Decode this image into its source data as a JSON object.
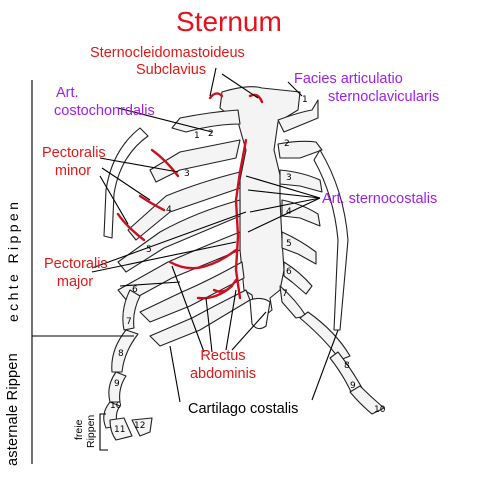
{
  "title": "Sternum",
  "labels": {
    "sternocleidomastoideus": "Sternocleidomastoideus",
    "subclavius": "Subclavius",
    "facies_line1": "Facies articulatio",
    "facies_line2": "sternoclavicularis",
    "art_costo_line1": "Art.",
    "art_costo_line2": "costochonrdalis",
    "pect_minor_line1": "Pectoralis",
    "pect_minor_line2": "minor",
    "art_sternocostalis": "Art. sternocostalis",
    "pect_major_line1": "Pectoralis",
    "pect_major_line2": "major",
    "rectus_line1": "Rectus",
    "rectus_line2": "abdominis",
    "cartilago": "Cartilago costalis"
  },
  "side_labels": {
    "echte_rippen": "echte Rippen",
    "asternale_rippen": "asternale Rippen",
    "freie_rippen_line1": "freie",
    "freie_rippen_line2": "Rippen"
  },
  "rib_numbers": {
    "left": [
      "1",
      "2",
      "3",
      "4",
      "5",
      "6",
      "7",
      "8",
      "9",
      "10",
      "11",
      "12"
    ],
    "right": [
      "1",
      "2",
      "3",
      "4",
      "5",
      "6",
      "7",
      "8",
      "9",
      "10"
    ]
  },
  "colors": {
    "title": "#e8101a",
    "muscle_label": "#e01818",
    "joint_label": "#a020e8",
    "structure_label": "#000000",
    "muscle_attachment": "#cc1020"
  }
}
